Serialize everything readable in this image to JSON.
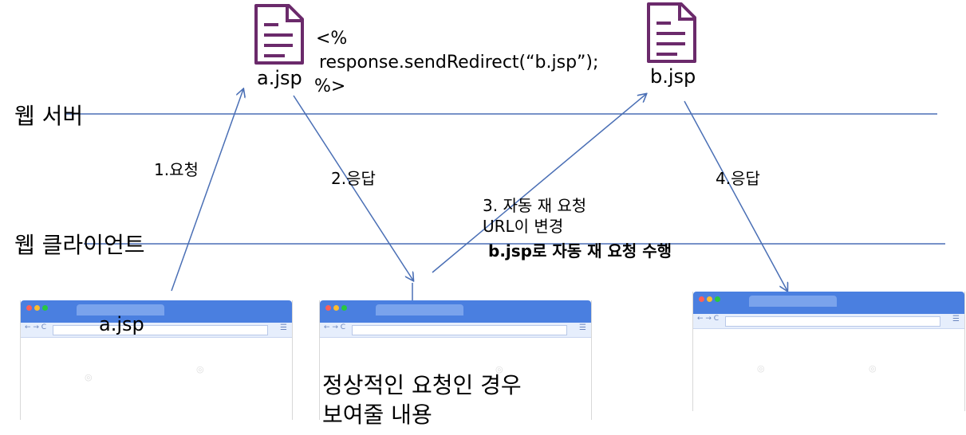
{
  "lanes": {
    "server": "웹 서버",
    "client": "웹 클라이언트"
  },
  "files": {
    "a": "a.jsp",
    "b": "b.jsp"
  },
  "code": {
    "open": "<%",
    "statement": "response.sendRedirect(“b.jsp”);",
    "close": "%>"
  },
  "steps": {
    "request": "1.요청",
    "response1": "2.응답",
    "auto_request": "3. 자동 재 요청",
    "url_changed": "URL이 변경",
    "auto_exec": "b.jsp로 자동 재 요청 수행",
    "response2": "4.응답"
  },
  "browser1": {
    "address": "a.jsp"
  },
  "caption": {
    "line1": "정상적인 요청인 경우",
    "line2": "보여줄 내용"
  },
  "colors": {
    "line": "#4a6fb5",
    "doc_icon": "#6b2a6b",
    "browser_bar": "#4a7fe0"
  },
  "icons": {
    "document": "document-icon"
  }
}
